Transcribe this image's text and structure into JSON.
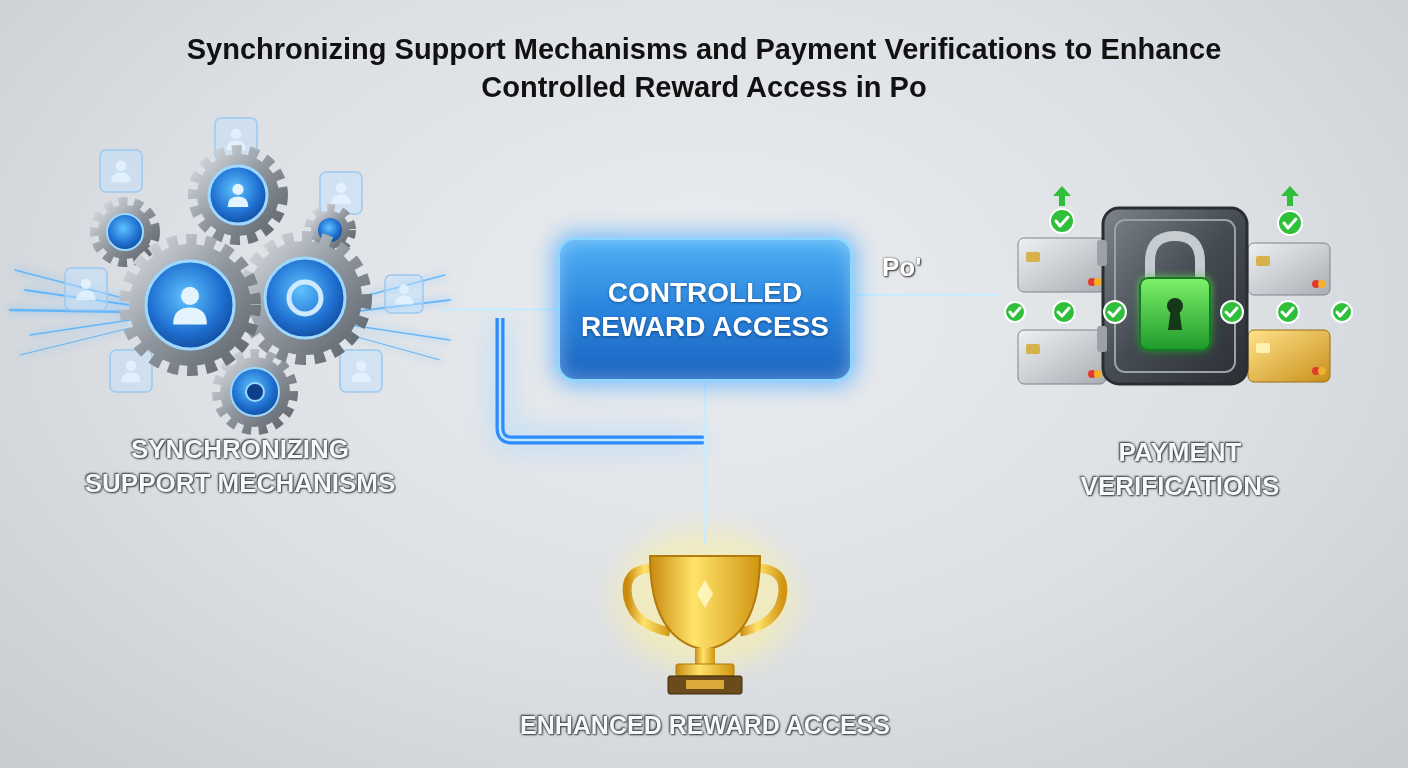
{
  "diagram": {
    "title": "Synchronizing Support Mechanisms and Payment Verifications to Enhance Controlled Reward Access in Po",
    "nodes": [
      {
        "text": [
          "SYNCHRONIZING SUPPORT MECHANISMS"
        ]
      },
      {
        "text": [
          "CONTROLLED REWARD ACCESS"
        ]
      },
      {
        "text": [
          "PAYMENT VERIFICATIONS"
        ]
      },
      {
        "text": [
          "ENHANCED REWARD ACCESS"
        ]
      }
    ],
    "edges": [
      {
        "from": 0,
        "to": 1,
        "arrow": "to"
      },
      {
        "from": 1,
        "to": 2,
        "label": "Po'",
        "arrow": "to"
      },
      {
        "from": 1,
        "to": 3,
        "arrow": "to"
      }
    ]
  }
}
